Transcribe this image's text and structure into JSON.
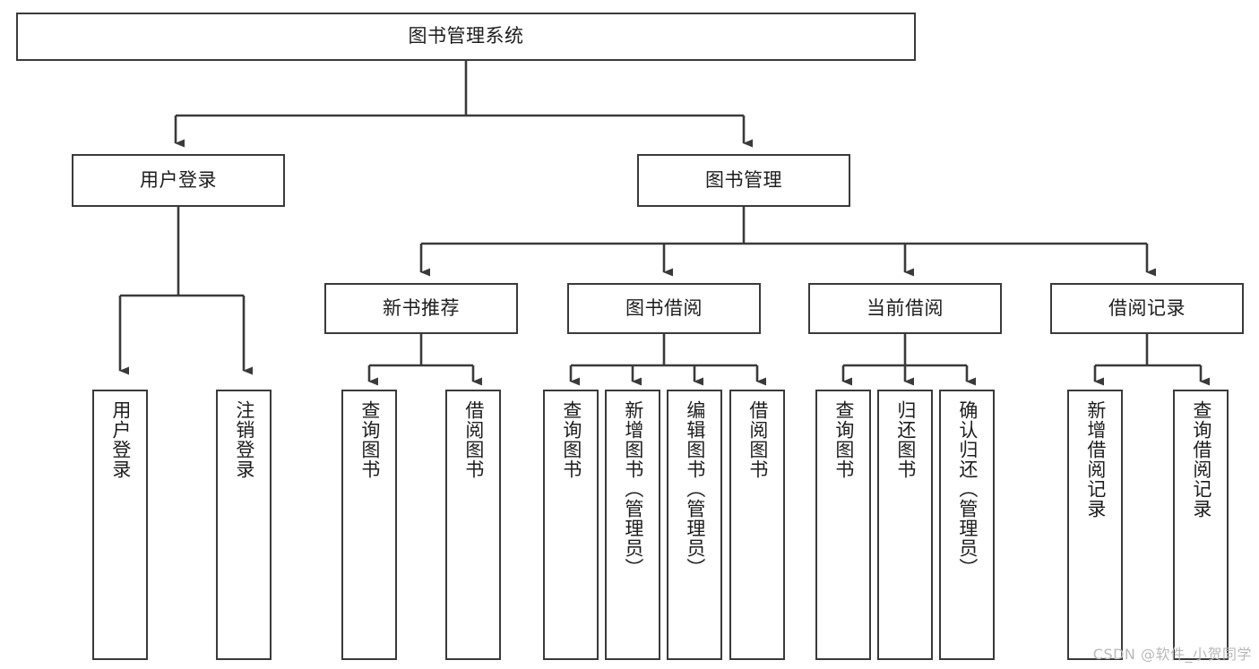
{
  "diagram": {
    "type": "hierarchy-tree",
    "title_node": {
      "id": "root",
      "label": "图书管理系统"
    },
    "level2": [
      {
        "id": "user-login",
        "label": "用户登录"
      },
      {
        "id": "book-manage",
        "label": "图书管理"
      }
    ],
    "level3": [
      {
        "id": "new-book-rec",
        "label": "新书推荐",
        "parent": "book-manage"
      },
      {
        "id": "book-borrow",
        "label": "图书借阅",
        "parent": "book-manage"
      },
      {
        "id": "current-borrow",
        "label": "当前借阅",
        "parent": "book-manage"
      },
      {
        "id": "borrow-record",
        "label": "借阅记录",
        "parent": "book-manage"
      }
    ],
    "leaves": [
      {
        "id": "leaf-user-login",
        "label": "用户登录",
        "parent": "user-login"
      },
      {
        "id": "leaf-user-logout",
        "label": "注销登录",
        "parent": "user-login"
      },
      {
        "id": "leaf-query-book-1",
        "label": "查询图书",
        "parent": "new-book-rec"
      },
      {
        "id": "leaf-borrow-book-1",
        "label": "借阅图书",
        "parent": "new-book-rec"
      },
      {
        "id": "leaf-query-book-2",
        "label": "查询图书",
        "parent": "book-borrow"
      },
      {
        "id": "leaf-add-book",
        "label": "新增图书（管理员）",
        "parent": "book-borrow"
      },
      {
        "id": "leaf-edit-book",
        "label": "编辑图书（管理员）",
        "parent": "book-borrow"
      },
      {
        "id": "leaf-borrow-book-2",
        "label": "借阅图书",
        "parent": "book-borrow"
      },
      {
        "id": "leaf-query-book-3",
        "label": "查询图书",
        "parent": "current-borrow"
      },
      {
        "id": "leaf-return-book",
        "label": "归还图书",
        "parent": "current-borrow"
      },
      {
        "id": "leaf-confirm-return",
        "label": "确认归还（管理员）",
        "parent": "current-borrow"
      },
      {
        "id": "leaf-add-record",
        "label": "新增借阅记录",
        "parent": "borrow-record"
      },
      {
        "id": "leaf-query-record",
        "label": "查询借阅记录",
        "parent": "borrow-record"
      }
    ],
    "colors": {
      "box_border": "#3a3a3a",
      "connector": "#3a3a3a",
      "text": "#1d1d1d",
      "background": "#ffffff",
      "watermark": "#b9b9b9"
    }
  },
  "watermark": {
    "text": "CSDN @软件_小贺同学"
  }
}
